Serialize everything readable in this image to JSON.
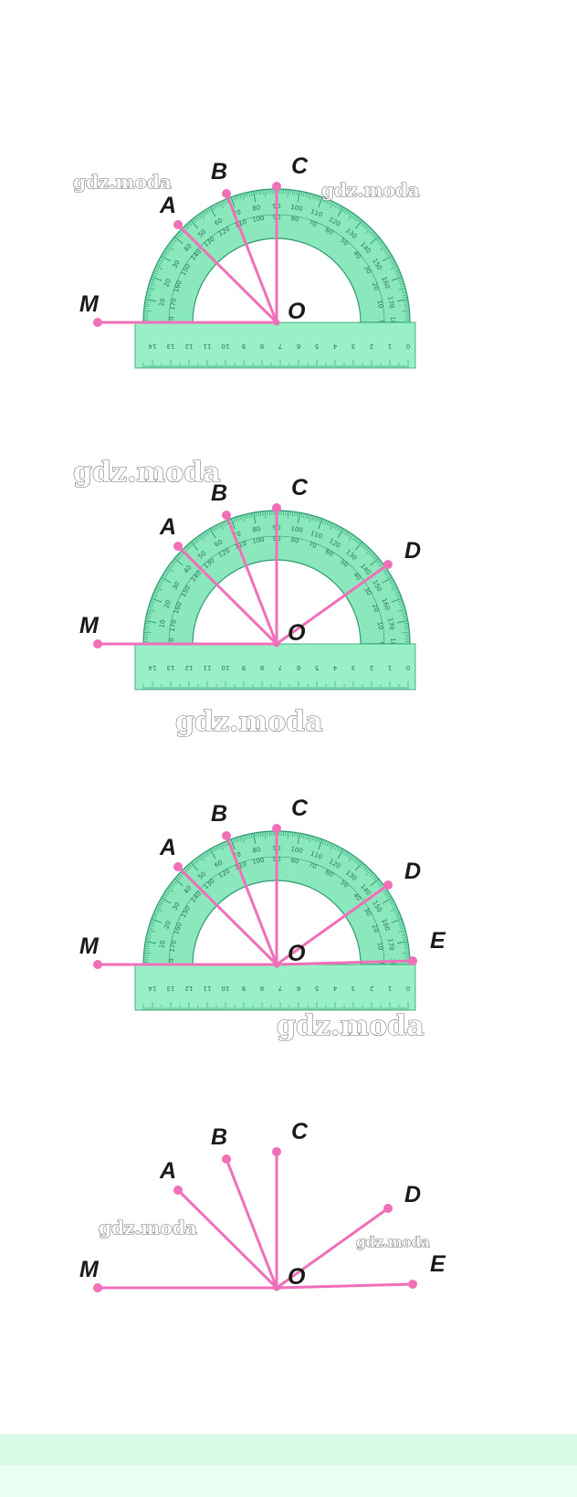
{
  "figures": [
    {
      "labels": [
        "M",
        "A",
        "B",
        "C",
        "O"
      ],
      "protractor": true
    },
    {
      "labels": [
        "M",
        "A",
        "B",
        "C",
        "D",
        "O"
      ],
      "protractor": true
    },
    {
      "labels": [
        "M",
        "A",
        "B",
        "C",
        "D",
        "E",
        "O"
      ],
      "protractor": true
    },
    {
      "labels": [
        "M",
        "A",
        "B",
        "C",
        "D",
        "E",
        "O"
      ],
      "protractor": false
    }
  ],
  "watermarks": [
    "gdz.moda",
    "gdz.moda",
    "gdz.moda",
    "gdz.moda",
    "gdz.moda",
    "gdz.moda",
    "gdz.moda"
  ],
  "colors": {
    "ray": "#f06fb8",
    "protractor_fill": "#8be8bc",
    "protractor_dark": "#2f9a72",
    "ruler_fill": "#9af0c6",
    "band": "#d9fbe8"
  }
}
